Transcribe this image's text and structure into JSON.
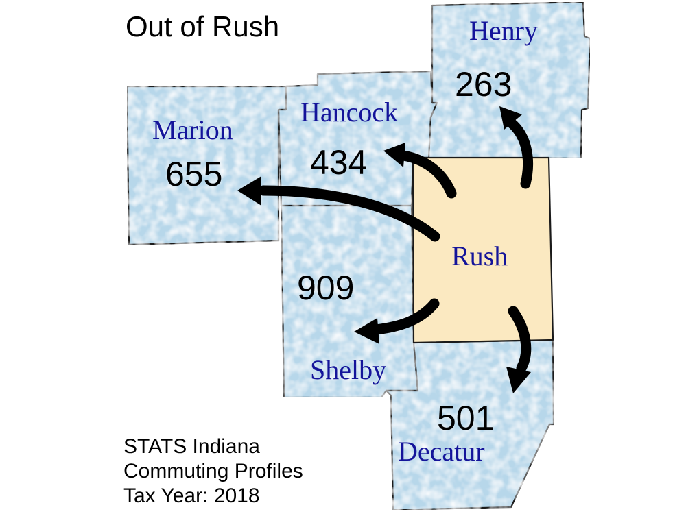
{
  "title": "Out of Rush",
  "origin": {
    "name": "Rush"
  },
  "destinations": {
    "henry": {
      "name": "Henry",
      "count": "263"
    },
    "hancock": {
      "name": "Hancock",
      "count": "434"
    },
    "marion": {
      "name": "Marion",
      "count": "655"
    },
    "shelby": {
      "name": "Shelby",
      "count": "909"
    },
    "decatur": {
      "name": "Decatur",
      "count": "501"
    }
  },
  "source": {
    "line1": "STATS Indiana",
    "line2": "Commuting Profiles",
    "line3": "Tax Year: 2018"
  },
  "colors": {
    "origin_fill": "#fbe9c1",
    "destination_fill": "#b7d7ea",
    "county_label": "#14149a",
    "arrow": "#000000"
  }
}
